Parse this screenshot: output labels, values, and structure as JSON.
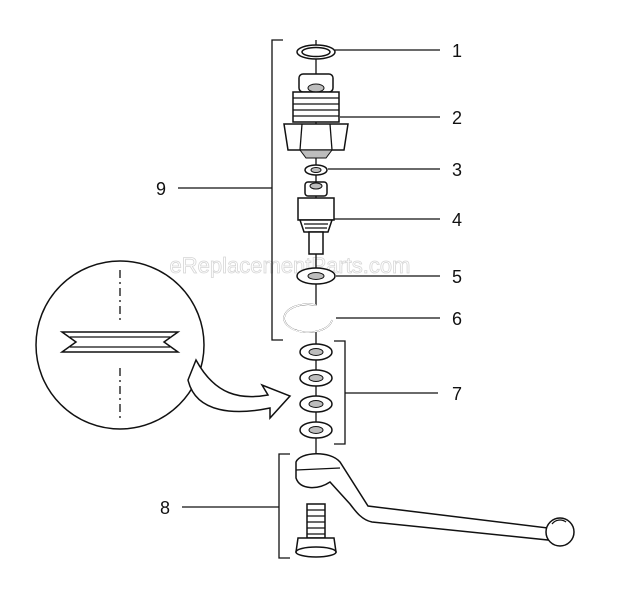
{
  "watermark": "eReplacementParts.com",
  "callouts": [
    {
      "label": "1"
    },
    {
      "label": "2"
    },
    {
      "label": "3"
    },
    {
      "label": "4"
    },
    {
      "label": "5"
    },
    {
      "label": "6"
    },
    {
      "label": "7"
    },
    {
      "label": "8"
    },
    {
      "label": "9"
    }
  ]
}
